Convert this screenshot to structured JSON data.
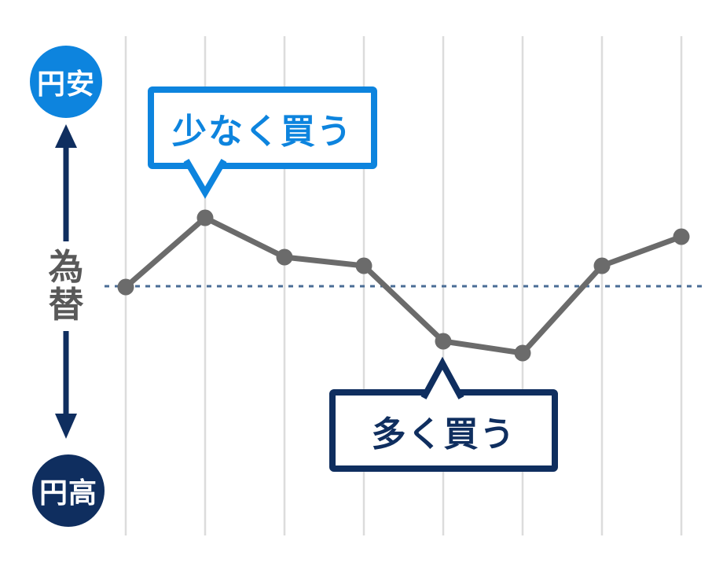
{
  "colors": {
    "blue": "#0d84de",
    "navy": "#0f2e5f",
    "line_gray": "#6b6b6b",
    "grid": "#dcdcdc",
    "dashed": "#4a6d96",
    "text_gray": "#595959",
    "background": "#ffffff"
  },
  "axis_legend": {
    "top_circle_label": "円安",
    "bottom_circle_label": "円高",
    "axis_label": "為替"
  },
  "chart_data": {
    "type": "line",
    "title": "",
    "ylabel": "為替",
    "y_top_label": "円安",
    "y_bottom_label": "円高",
    "x": [
      1,
      2,
      3,
      4,
      5,
      6,
      7,
      8
    ],
    "values": [
      -1,
      87,
      37,
      26,
      -70,
      -85,
      26,
      63
    ],
    "baseline": 0,
    "baseline_style": "dotted horizontal reference line",
    "grid": "vertical gridlines only",
    "legend": "none",
    "annotations": [
      {
        "text": "少なく買う",
        "target_point_index": 2,
        "style": "blue speech bubble pointing down at peak"
      },
      {
        "text": "多く買う",
        "target_point_index": 5,
        "style": "navy speech bubble pointing up at trough"
      }
    ]
  }
}
